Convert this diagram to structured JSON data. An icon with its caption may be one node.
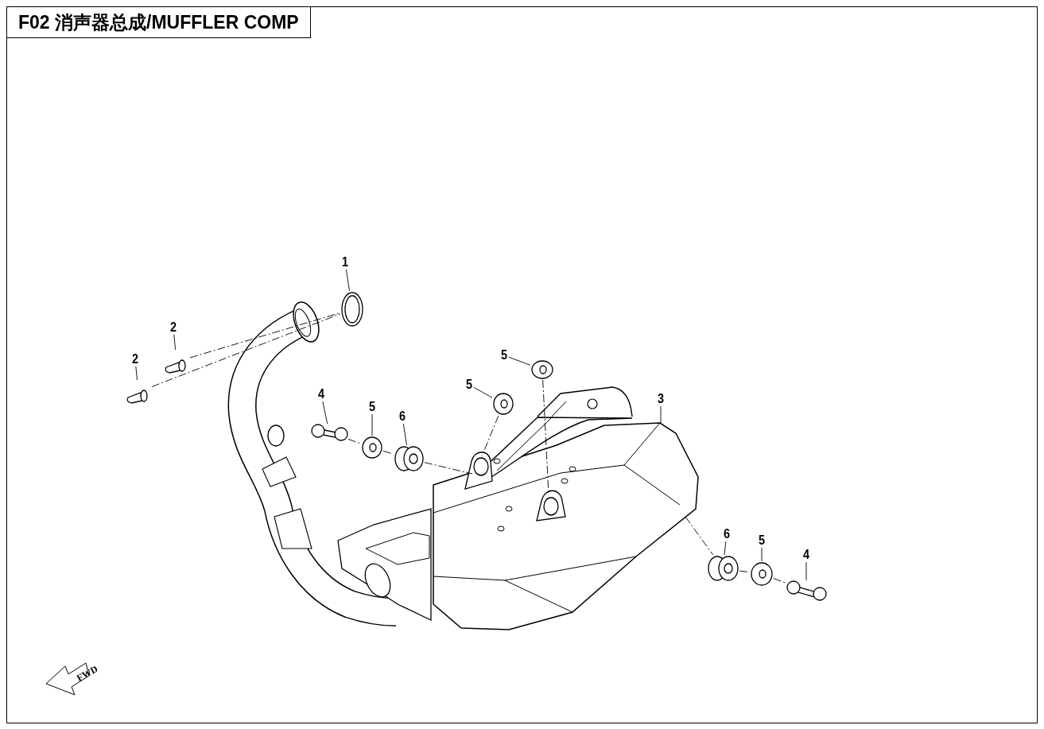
{
  "diagram": {
    "title": "F02 消声器总成/MUFFLER COMP",
    "nodes": [
      {
        "text": [
          "1"
        ]
      },
      {
        "text": [
          "2"
        ]
      },
      {
        "text": [
          "5"
        ]
      },
      {
        "text": [
          "2"
        ]
      },
      {
        "text": [
          "5"
        ]
      },
      {
        "text": [
          "4"
        ]
      },
      {
        "text": [
          "3"
        ]
      },
      {
        "text": [
          "5"
        ]
      },
      {
        "text": [
          "6"
        ]
      },
      {
        "text": [
          "5"
        ]
      },
      {
        "text": [
          "6"
        ]
      },
      {
        "text": [
          "4"
        ]
      },
      {
        "text": [],
        "shape": "picture"
      },
      {
        "text": [],
        "shape": "picture"
      },
      {
        "text": [],
        "shape": "picture"
      },
      {
        "text": [],
        "shape": "picture"
      },
      {
        "text": [],
        "shape": "picture"
      },
      {
        "text": [],
        "shape": "picture"
      },
      {
        "text": [],
        "shape": "picture"
      },
      {
        "text": [],
        "shape": "picture"
      },
      {
        "text": [],
        "shape": "picture"
      },
      {
        "text": [],
        "shape": "picture"
      },
      {
        "text": [],
        "shape": "picture"
      },
      {
        "text": [],
        "shape": "picture"
      }
    ],
    "edges": [
      {
        "from": 0,
        "to": 12,
        "arrow": "none"
      },
      {
        "from": 1,
        "to": 13,
        "arrow": "none"
      },
      {
        "from": 2,
        "to": 14,
        "arrow": "none"
      },
      {
        "from": 3,
        "to": 15,
        "arrow": "none"
      },
      {
        "from": 4,
        "to": 16,
        "arrow": "none"
      },
      {
        "from": 5,
        "to": 17,
        "arrow": "none"
      },
      {
        "from": 6,
        "to": 18,
        "arrow": "none"
      },
      {
        "from": 7,
        "to": 19,
        "arrow": "none"
      },
      {
        "from": 8,
        "to": 20,
        "arrow": "none"
      },
      {
        "from": 9,
        "to": 21,
        "arrow": "none"
      },
      {
        "from": 10,
        "to": 22,
        "arrow": "none"
      },
      {
        "from": 11,
        "to": 23,
        "arrow": "none"
      },
      {
        "from": 13,
        "to": 12,
        "arrow": "none",
        "style": "dashed"
      },
      {
        "from": 15,
        "to": 12,
        "arrow": "none",
        "style": "dashed"
      },
      {
        "from": 14,
        "to": 18,
        "arrow": "none",
        "style": "dashed"
      },
      {
        "from": 16,
        "to": 18,
        "arrow": "none",
        "style": "dashed"
      },
      {
        "from": 17,
        "to": 19,
        "arrow": "none",
        "style": "dashed"
      },
      {
        "from": 19,
        "to": 20,
        "arrow": "none",
        "style": "dashed"
      },
      {
        "from": 20,
        "to": 18,
        "arrow": "none",
        "style": "dashed"
      },
      {
        "from": 18,
        "to": 22,
        "arrow": "none",
        "style": "dashed"
      },
      {
        "from": 22,
        "to": 21,
        "arrow": "none",
        "style": "dashed"
      },
      {
        "from": 21,
        "to": 23,
        "arrow": "none",
        "style": "dashed"
      }
    ],
    "labels": [
      "FWD"
    ]
  }
}
